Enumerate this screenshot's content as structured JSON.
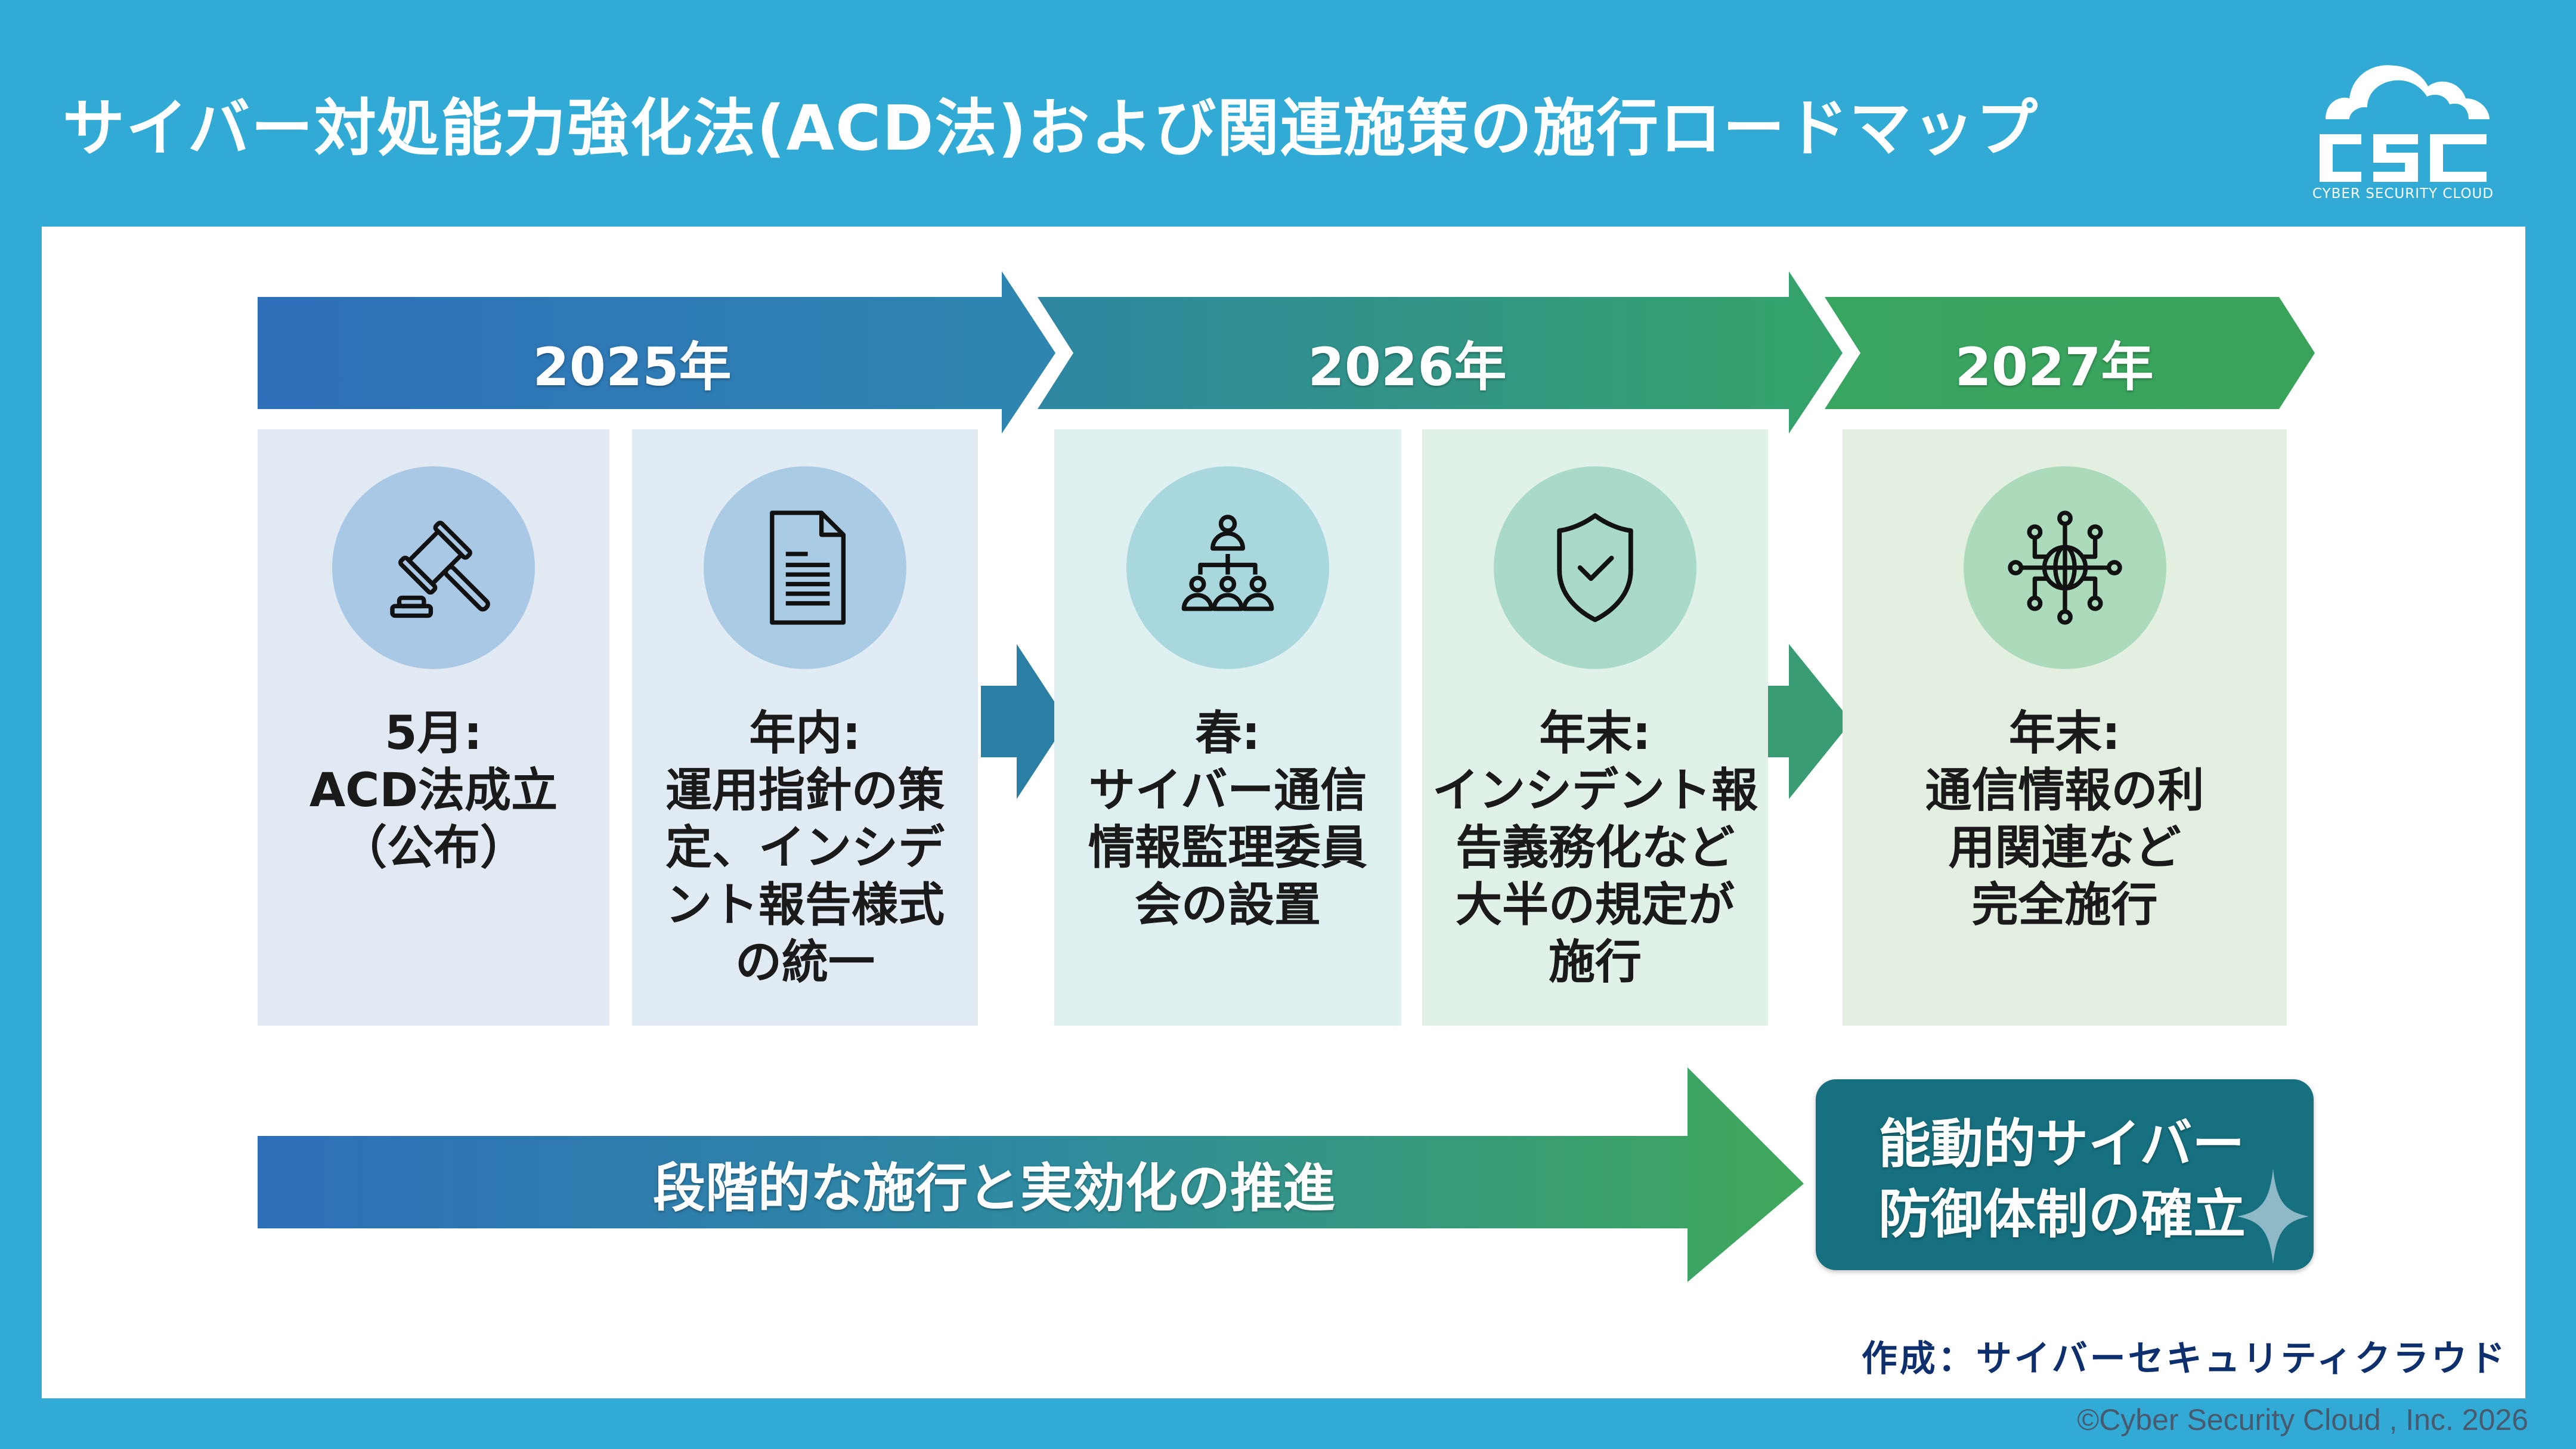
{
  "header": {
    "title": "サイバー対処能力強化法(ACD法)および関連施策の施行ロードマップ",
    "logo": {
      "mark": "CSC",
      "name": "CYBER SECURITY CLOUD",
      "icon": "cloud-icon"
    }
  },
  "colors": {
    "background": "#31aad6",
    "panel": "#ffffff",
    "band_start": "#2e6fba",
    "band_mid": "#2e8aa8",
    "band_end": "#3aa35c",
    "goal_box": "#16707f",
    "credit_text": "#0d2f6e"
  },
  "timeline": {
    "years": [
      {
        "label": "2025年"
      },
      {
        "label": "2026年"
      },
      {
        "label": "2027年"
      }
    ],
    "milestones": [
      {
        "year": "2025年",
        "icon": "gavel-icon",
        "period": "5月:",
        "lines": [
          "ACD法成立",
          "（公布）"
        ],
        "bg": "#e1e9f3",
        "circle": "#a9c8e6"
      },
      {
        "year": "2025年",
        "icon": "document-icon",
        "period": "年内:",
        "lines": [
          "運用指針の策",
          "定、インシデ",
          "ント報告様式",
          "の統一"
        ],
        "bg": "#e0ebf3",
        "circle": "#a9cbe4"
      },
      {
        "year": "2026年",
        "icon": "org-chart-icon",
        "period": "春:",
        "lines": [
          "サイバー通信",
          "情報監理委員",
          "会の設置"
        ],
        "bg": "#dff0f1",
        "circle": "#a8d7dd"
      },
      {
        "year": "2026年",
        "icon": "shield-check-icon",
        "period": "年末:",
        "lines": [
          "インシデント報",
          "告義務化など",
          "大半の規定が",
          "施行"
        ],
        "bg": "#e0f1e7",
        "circle": "#a8d9c9"
      },
      {
        "year": "2027年",
        "icon": "network-globe-icon",
        "period": "年末:",
        "lines": [
          "通信情報の利",
          "用関連など",
          "完全施行"
        ],
        "bg": "#e3efe1",
        "circle": "#acdbbb"
      }
    ]
  },
  "progress": {
    "label": "段階的な施行と実効化の推進",
    "goal_lines": [
      "能動的サイバー",
      "防御体制の確立"
    ],
    "goal_icon": "sparkle-icon"
  },
  "footer": {
    "credit": "作成：サイバーセキュリティクラウド",
    "copyright": "©Cyber Security Cloud , Inc. 2026"
  }
}
